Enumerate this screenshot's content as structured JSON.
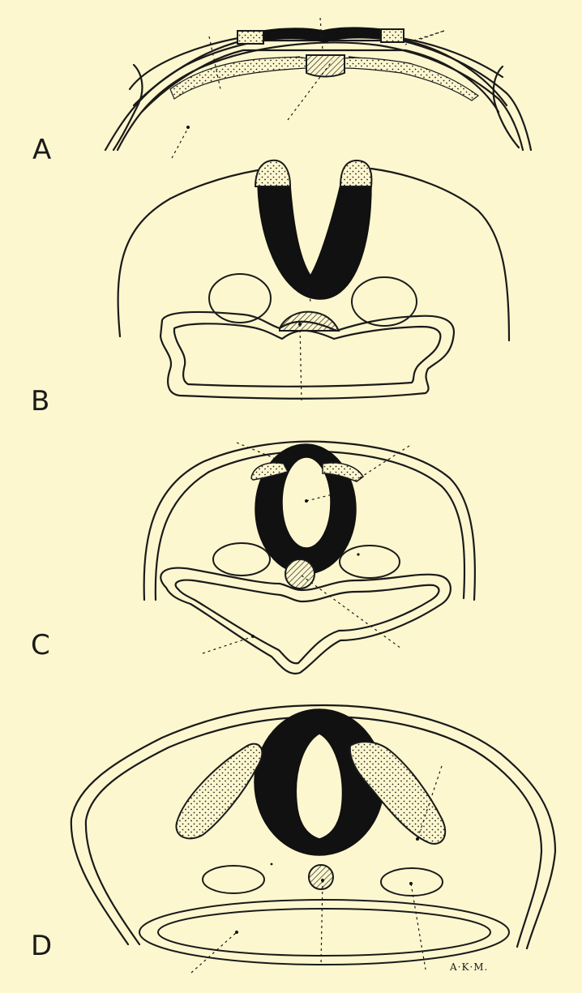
{
  "panels": [
    {
      "letter": "A"
    },
    {
      "letter": "B"
    },
    {
      "letter": "C"
    },
    {
      "letter": "D"
    }
  ],
  "signature": "A·K·M.",
  "colors": {
    "background": "#fdf7cf",
    "ink": "#111111"
  }
}
